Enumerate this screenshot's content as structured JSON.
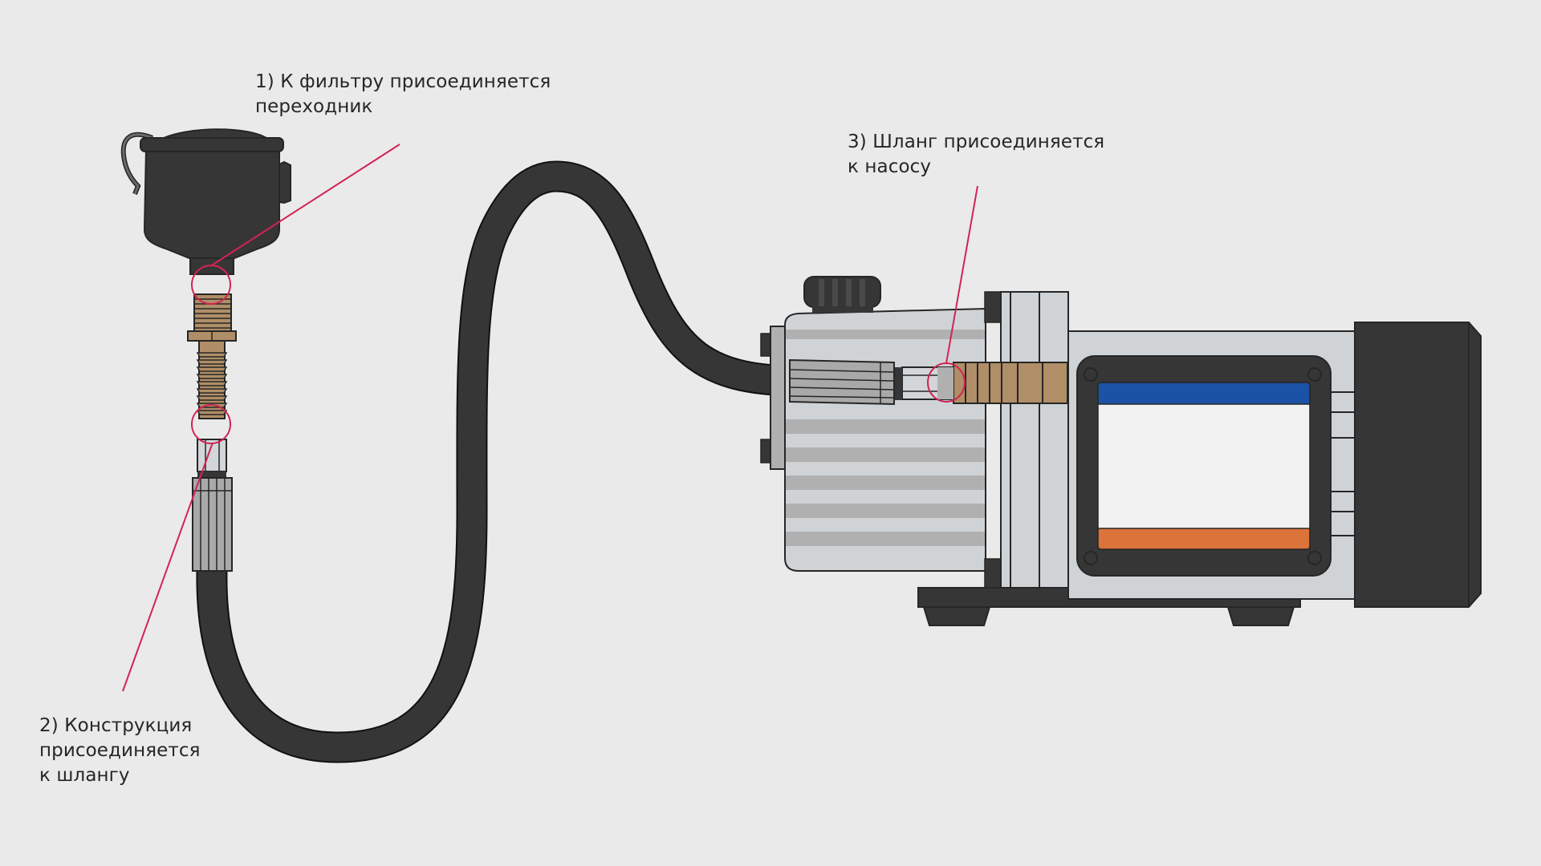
{
  "colors": {
    "background": "#eaeaea",
    "dark": "#363636",
    "outline": "#262626",
    "body_light": "#d0d3d6",
    "body_stripe": "#b0b0b0",
    "metal_gray": "#a9a9a9",
    "brass": "#b08e67",
    "clear_fitting": "#d3d6d9",
    "window_white": "#f2f2f2",
    "oil_blue": "#1c52a5",
    "oil_orange": "#dc733a",
    "callout_red": "#d22452",
    "text": "#262626"
  },
  "callouts": [
    {
      "id": "1",
      "lines": [
        "1) К фильтру присоединяется",
        "переходник"
      ]
    },
    {
      "id": "2",
      "lines": [
        "2) Конструкция",
        "присоединяется",
        "к шлангу"
      ]
    },
    {
      "id": "3",
      "lines": [
        "3) Шланг присоединяется",
        "к насосу"
      ]
    }
  ],
  "components": {
    "filter": "filter-canister",
    "adapter": "brass-adapter",
    "hose_fitting": "hose-fitting",
    "hose": "vacuum-hose",
    "pump": "vacuum-pump",
    "oil_window": "oil-sight-glass"
  }
}
